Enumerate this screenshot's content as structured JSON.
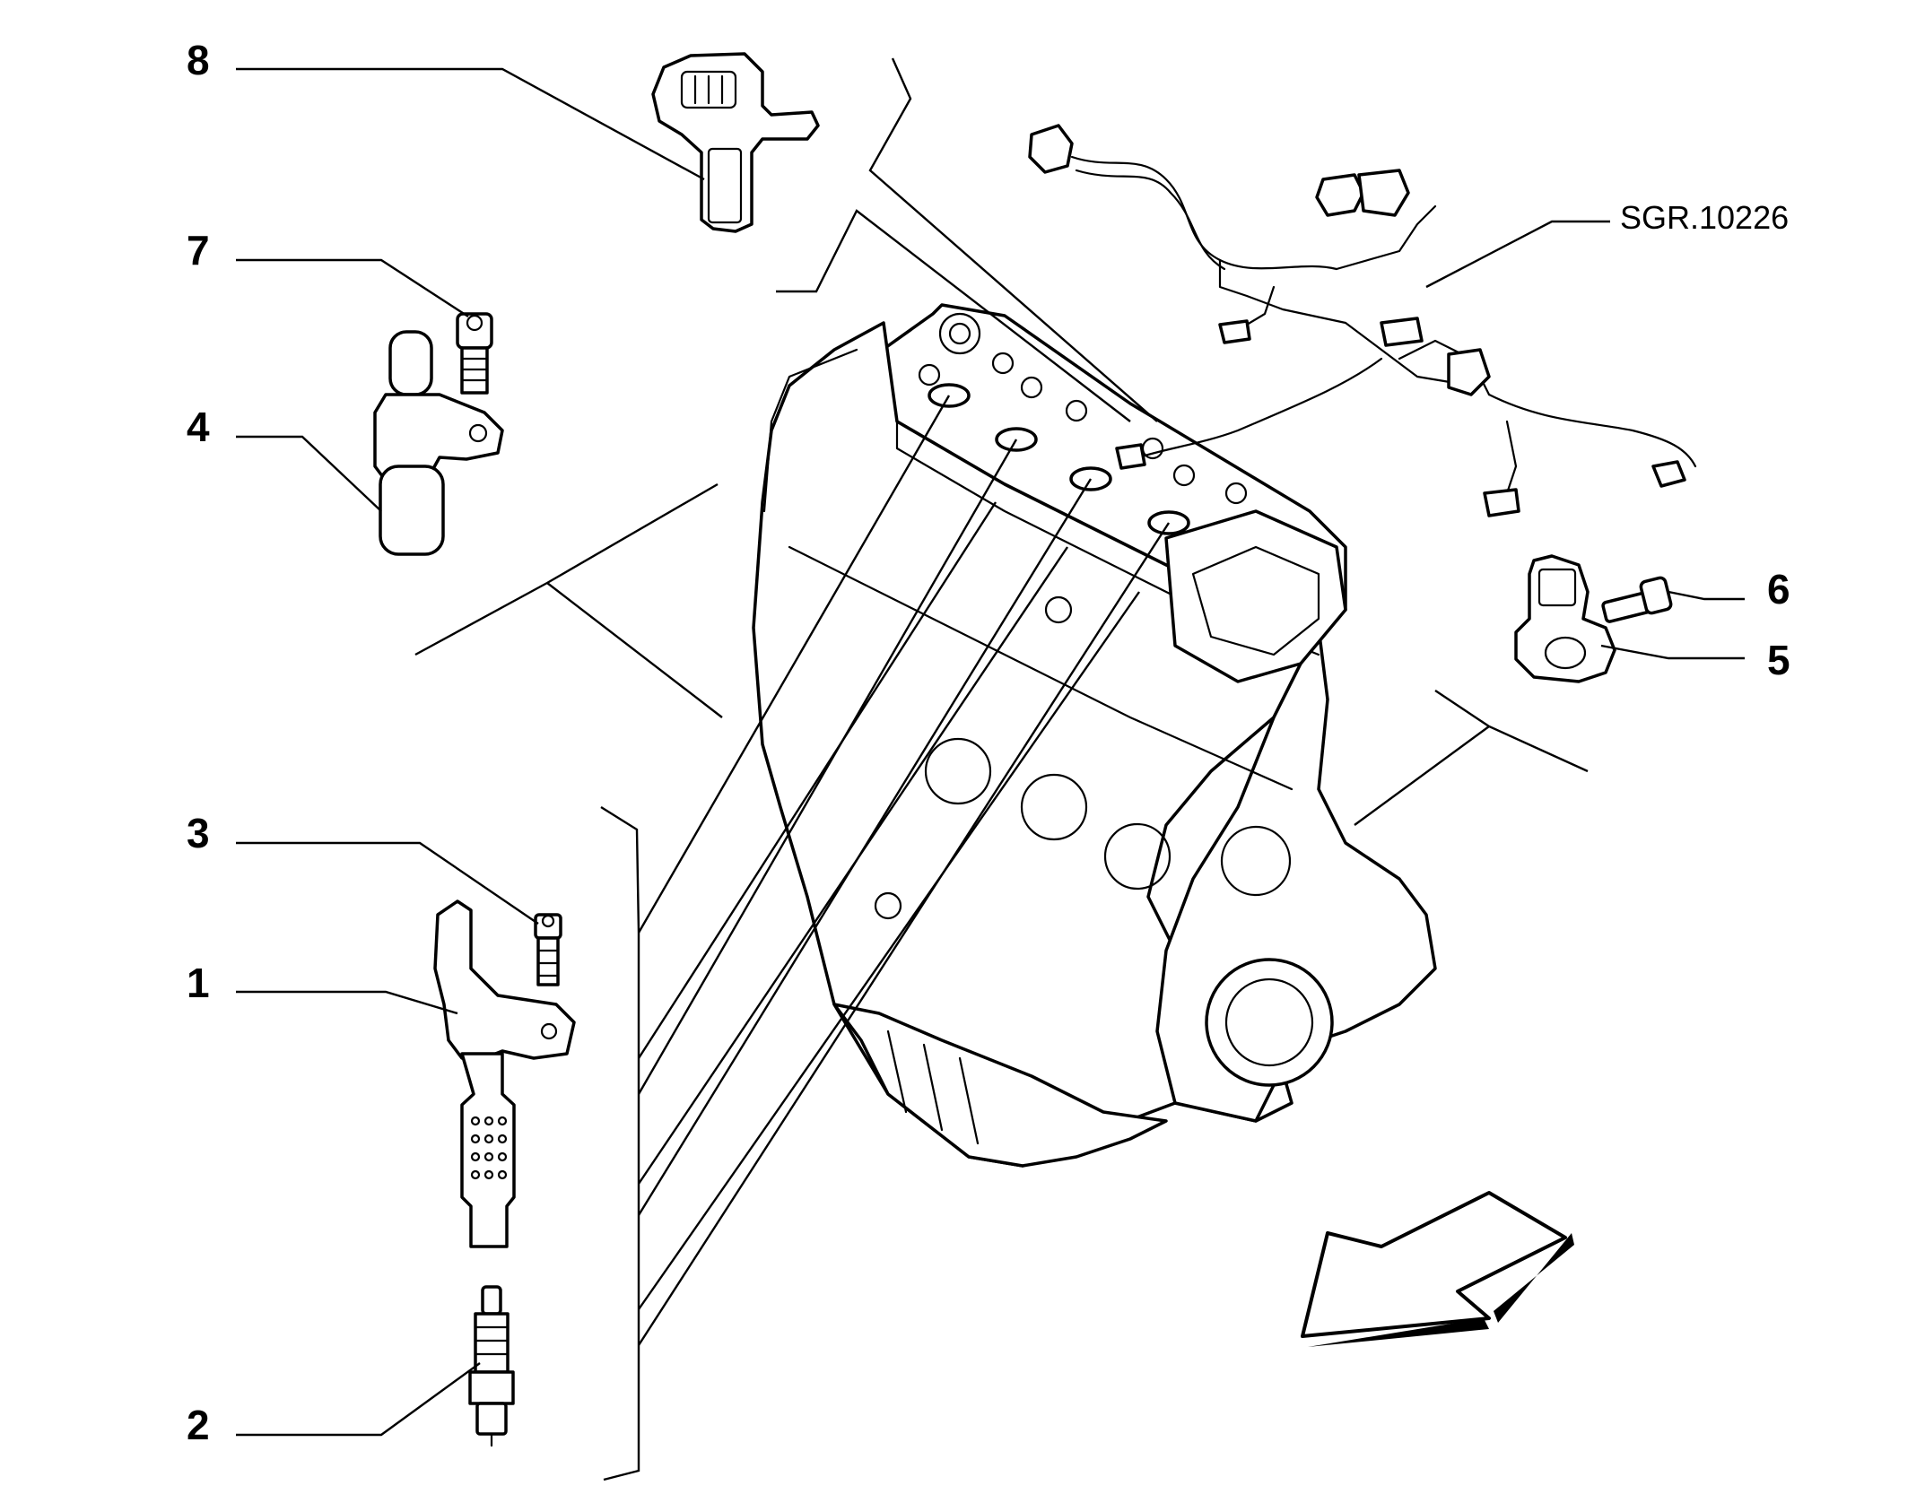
{
  "callouts": {
    "c1": "1",
    "c2": "2",
    "c3": "3",
    "c4": "4",
    "c5": "5",
    "c6": "6",
    "c7": "7",
    "c8": "8"
  },
  "reference_label": "SGR.10226"
}
